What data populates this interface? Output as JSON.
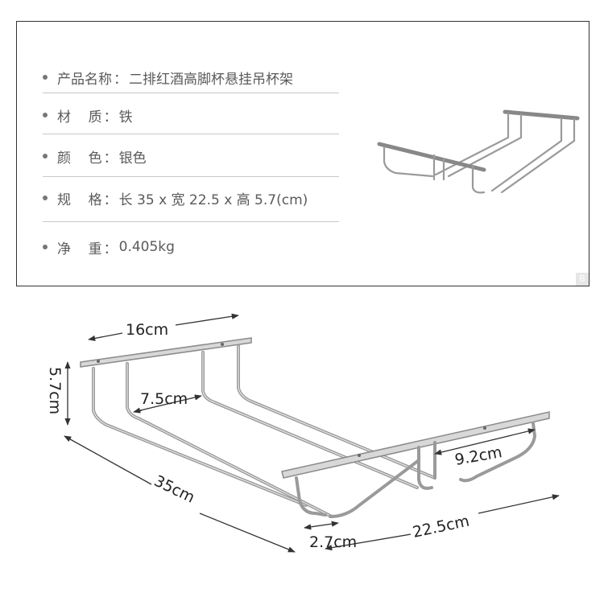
{
  "specs": [
    {
      "label": "产品名称",
      "value": "二排红酒高脚杯悬挂吊杯架"
    },
    {
      "label": "材    质",
      "value": "铁"
    },
    {
      "label": "颜    色",
      "value": "银色"
    },
    {
      "label": "规    格",
      "value": "长 35 x 宽 22.5 x 高 5.7(cm)"
    },
    {
      "label": "净    重",
      "value": " 0.405kg"
    }
  ],
  "separator": "：",
  "corner_mark": "B",
  "dimensions": {
    "top_width": "16cm",
    "height": "5.7cm",
    "inner_width": "7.5cm",
    "front_width": "9.2cm",
    "length": "35cm",
    "gap": "2.7cm",
    "depth": "22.5cm"
  },
  "colors": {
    "metal": "#9a9a9a",
    "metal_dark": "#6f6f6f",
    "text": "#555555"
  }
}
